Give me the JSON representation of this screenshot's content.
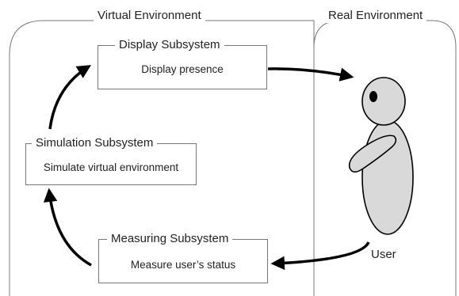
{
  "regions": {
    "virtual": {
      "label": "Virtual Environment"
    },
    "real": {
      "label": "Real Environment"
    }
  },
  "subsystems": {
    "display": {
      "title": "Display Subsystem",
      "text": "Display presence"
    },
    "simulation": {
      "title": "Simulation Subsystem",
      "text": "Simulate virtual environment"
    },
    "measuring": {
      "title": "Measuring Subsystem",
      "text": "Measure user’s status"
    }
  },
  "user": {
    "label": "User"
  },
  "colors": {
    "line": "#777777",
    "arrow": "#000000",
    "figure_fill": "#d9d9d9"
  }
}
